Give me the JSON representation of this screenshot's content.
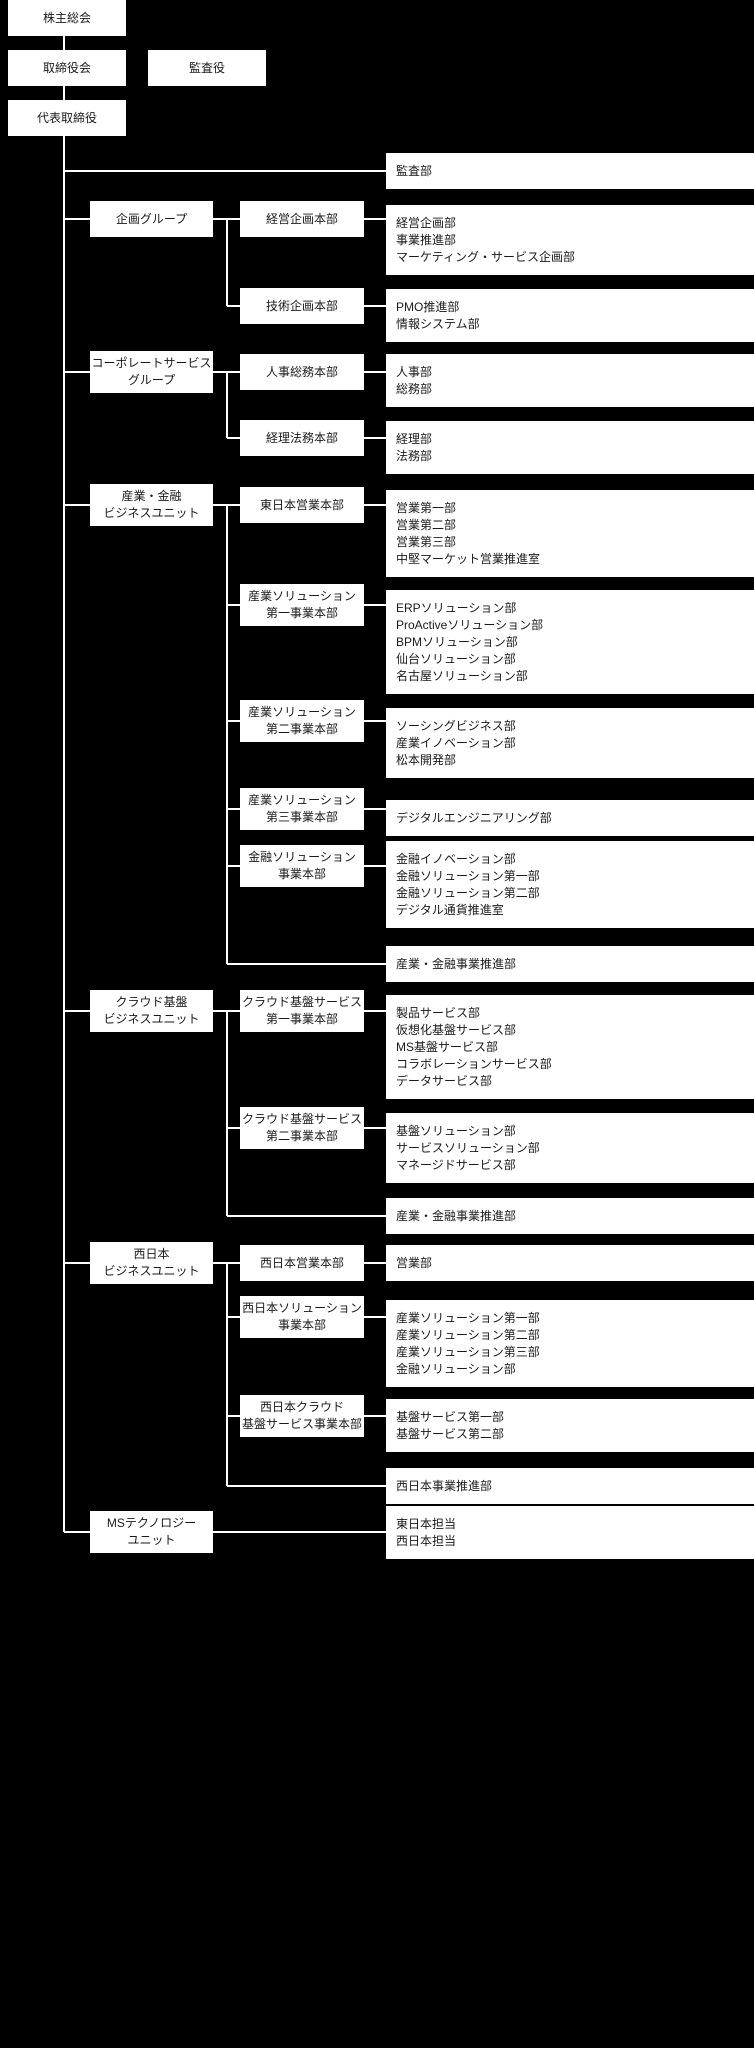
{
  "colors": {
    "background": "#000000",
    "box_bg": "#ffffff",
    "box_text": "#1a1a1a",
    "connector": "#ffffff"
  },
  "top": {
    "shareholders": "株主総会",
    "board": "取締役会",
    "auditors": "監査役",
    "president": "代表取締役",
    "audit_dept": "監査部"
  },
  "groups": [
    {
      "name": "企画グループ",
      "divisions": [
        {
          "name": "経営企画本部",
          "depts": [
            "経営企画部",
            "事業推進部",
            "マーケティング・サービス企画部"
          ]
        },
        {
          "name": "技術企画本部",
          "depts": [
            "PMO推進部",
            "情報システム部"
          ]
        }
      ]
    },
    {
      "name": "コーポレートサービス\nグループ",
      "divisions": [
        {
          "name": "人事総務本部",
          "depts": [
            "人事部",
            "総務部"
          ]
        },
        {
          "name": "経理法務本部",
          "depts": [
            "経理部",
            "法務部"
          ]
        }
      ]
    },
    {
      "name": "産業・金融\nビジネスユニット",
      "divisions": [
        {
          "name": "東日本営業本部",
          "depts": [
            "営業第一部",
            "営業第二部",
            "営業第三部",
            "中堅マーケット営業推進室"
          ]
        },
        {
          "name": "産業ソリューション\n第一事業本部",
          "depts": [
            "ERPソリューション部",
            "ProActiveソリューション部",
            "BPMソリューション部",
            "仙台ソリューション部",
            "名古屋ソリューション部"
          ]
        },
        {
          "name": "産業ソリューション\n第二事業本部",
          "depts": [
            "ソーシングビジネス部",
            "産業イノベーション部",
            "松本開発部"
          ]
        },
        {
          "name": "産業ソリューション\n第三事業本部",
          "depts": [
            "デジタルエンジニアリング部"
          ]
        },
        {
          "name": "金融ソリューション\n事業本部",
          "depts": [
            "金融イノベーション部",
            "金融ソリューション第一部",
            "金融ソリューション第二部",
            "デジタル通貨推進室"
          ]
        }
      ],
      "direct_dept": "産業・金融事業推進部"
    },
    {
      "name": "クラウド基盤\nビジネスユニット",
      "divisions": [
        {
          "name": "クラウド基盤サービス\n第一事業本部",
          "depts": [
            "製品サービス部",
            "仮想化基盤サービス部",
            "MS基盤サービス部",
            "コラボレーションサービス部",
            "データサービス部"
          ]
        },
        {
          "name": "クラウド基盤サービス\n第二事業本部",
          "depts": [
            "基盤ソリューション部",
            "サービスソリューション部",
            "マネージドサービス部"
          ]
        }
      ],
      "direct_dept": "産業・金融事業推進部"
    },
    {
      "name": "西日本\nビジネスユニット",
      "divisions": [
        {
          "name": "西日本営業本部",
          "depts": [
            "営業部"
          ]
        },
        {
          "name": "西日本ソリューション\n事業本部",
          "depts": [
            "産業ソリューション第一部",
            "産業ソリューション第二部",
            "産業ソリューション第三部",
            "金融ソリューション部"
          ]
        },
        {
          "name": "西日本クラウド\n基盤サービス事業本部",
          "depts": [
            "基盤サービス第一部",
            "基盤サービス第二部"
          ]
        }
      ],
      "direct_dept": "西日本事業推進部"
    },
    {
      "name": "MSテクノロジー\nユニット",
      "depts": [
        "東日本担当",
        "西日本担当"
      ]
    }
  ]
}
